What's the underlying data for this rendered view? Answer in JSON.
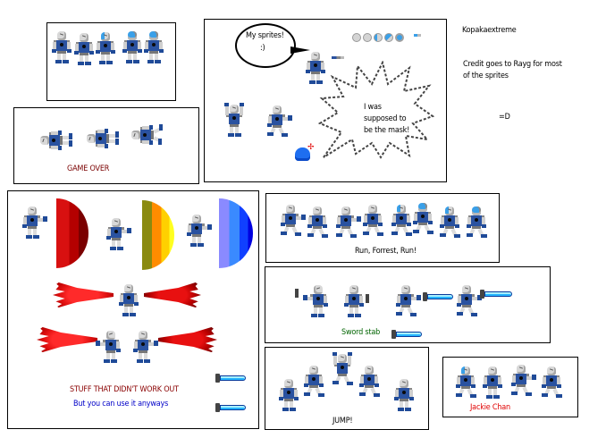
{
  "header": {
    "author": "Kopakaextreme",
    "credit_line1": "Credit goes to Rayg for most",
    "credit_line2": "of the sprites",
    "emoticon": "=D"
  },
  "panels": {
    "turnaround": {
      "sprite_count": 5
    },
    "intro": {
      "speech_bubble_line1": "My sprites!",
      "speech_bubble_line2": ":)",
      "shout_line1": "I was",
      "shout_line2": "supposed to",
      "shout_line3": "be the mask!"
    },
    "game_over": {
      "caption": "GAME OVER",
      "caption_color": "#7a0000"
    },
    "failed": {
      "caption": "STUFF THAT DIDN'T WORK OUT",
      "caption_color": "#8a0000",
      "subcaption": "But you can use it anyways",
      "subcaption_color": "#0000c8"
    },
    "run": {
      "caption": "Run, Forrest, Run!",
      "caption_color": "#000000",
      "sprite_count": 8
    },
    "sword": {
      "caption": "Sword stab",
      "caption_color": "#006400",
      "sprite_count": 4
    },
    "jump": {
      "caption": "JUMP!",
      "caption_color": "#000000",
      "sprite_count": 5
    },
    "jackie": {
      "caption": "Jackie Chan",
      "caption_color": "#e00000",
      "sprite_count": 4
    }
  },
  "colors": {
    "robot_blue": "#2a52a0",
    "robot_silver": "#d8d8d8",
    "mask_blue": "#3aa0e8",
    "saber_blue": "#24b4ff"
  }
}
